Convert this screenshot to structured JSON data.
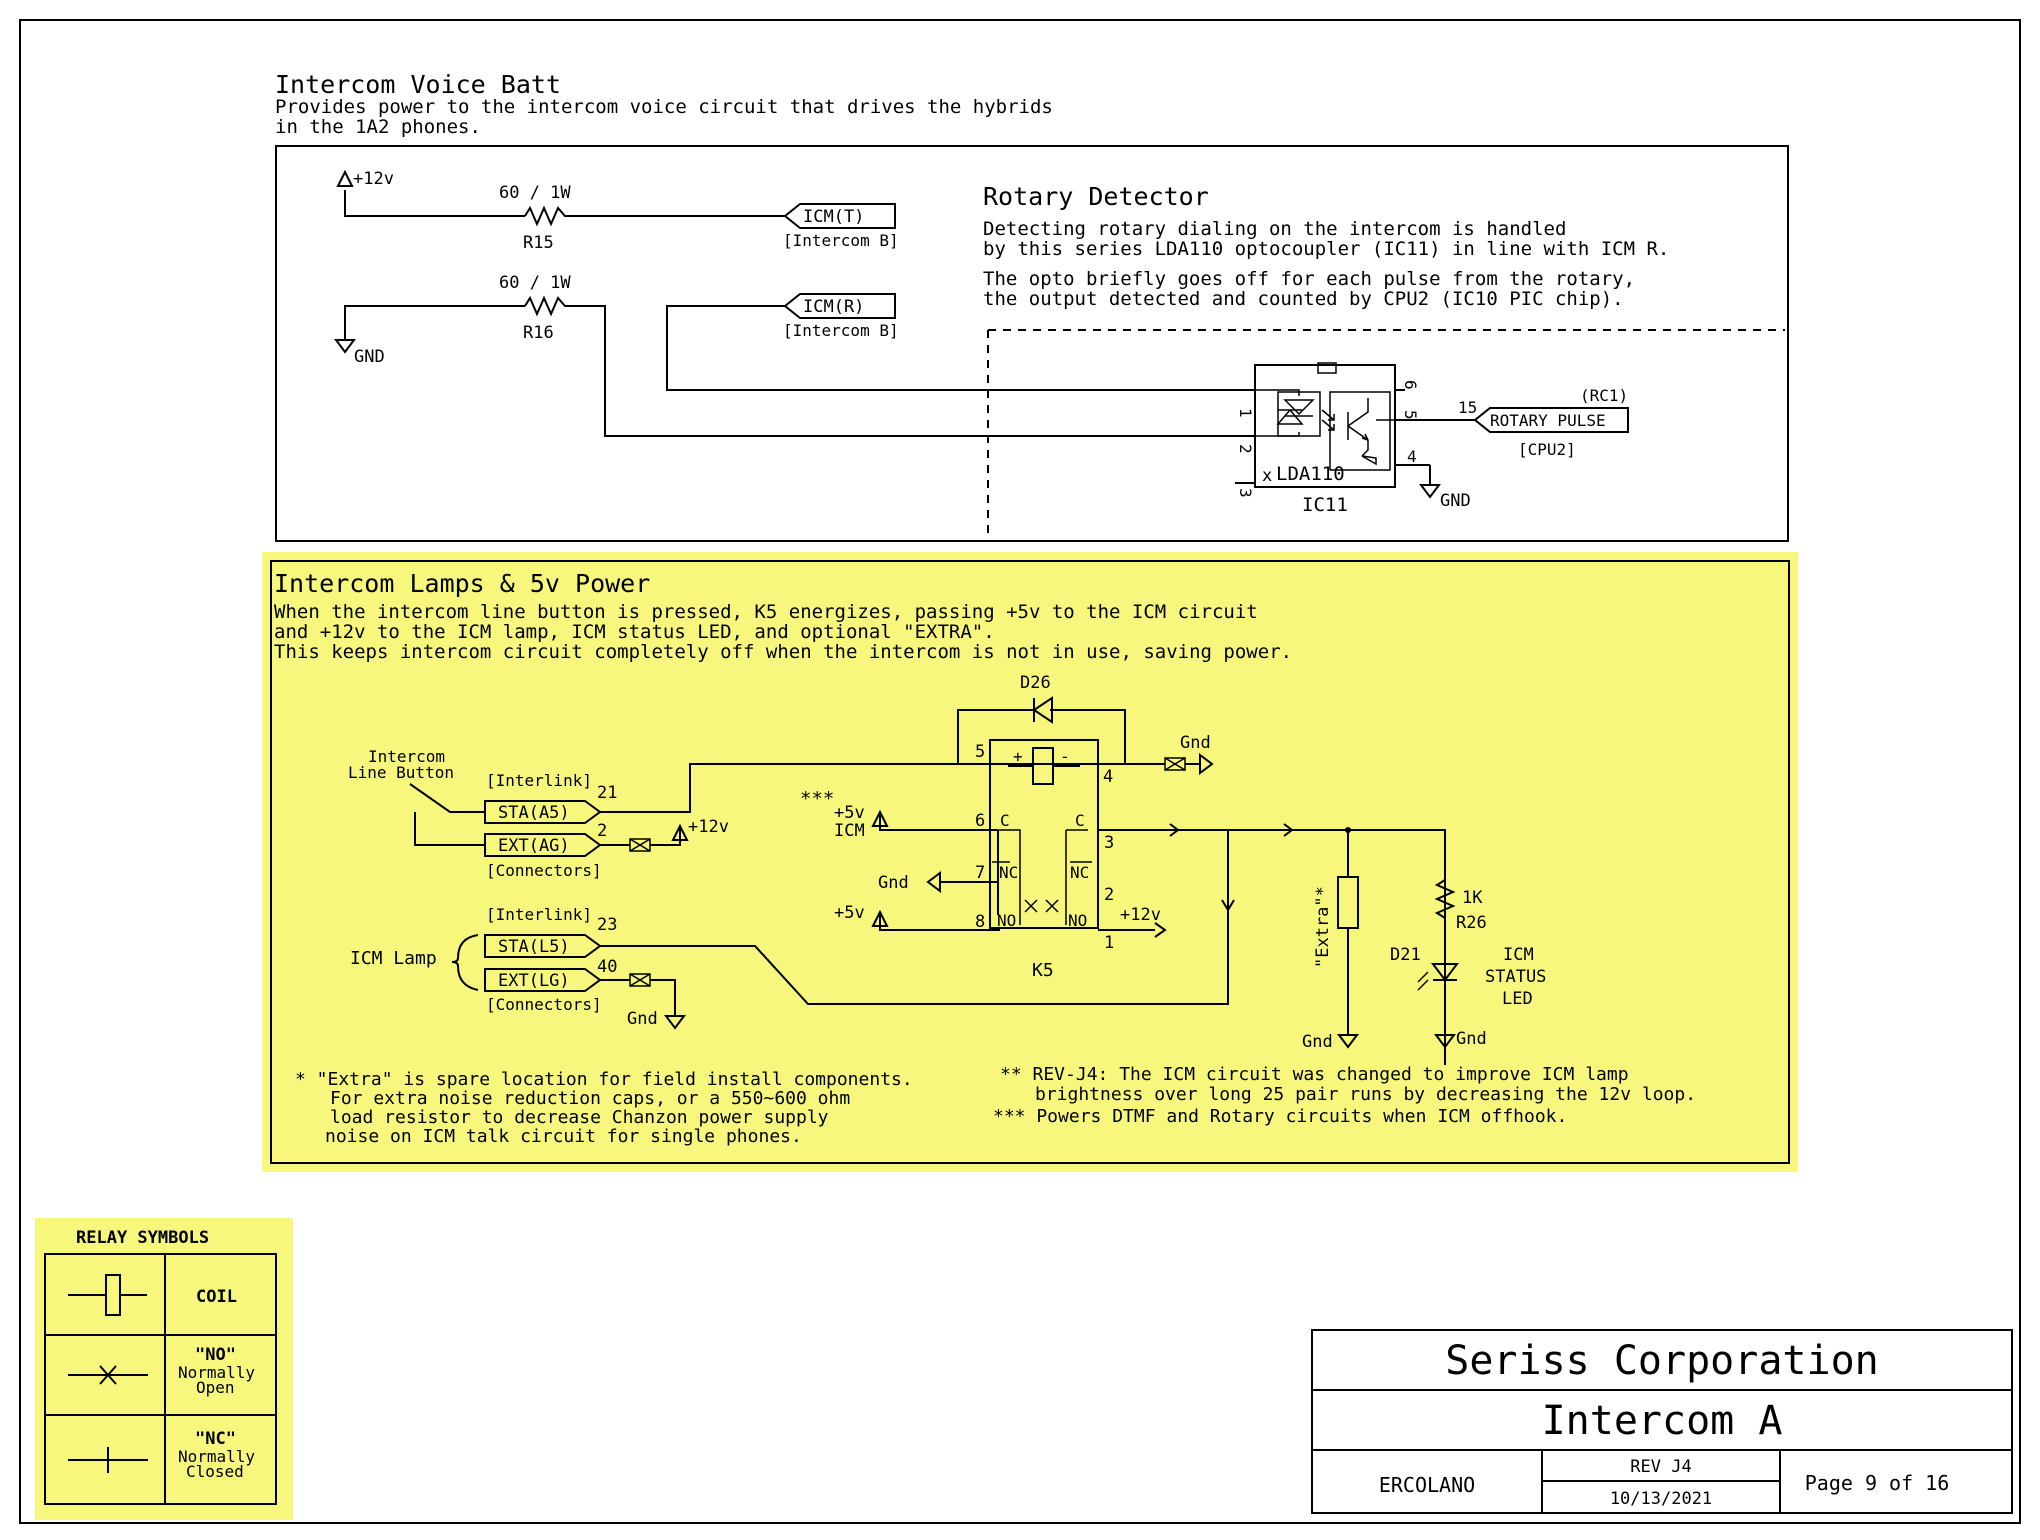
{
  "top_section": {
    "title": "Intercom Voice Batt",
    "desc_line1": "Provides power to the intercom voice circuit that drives the hybrids",
    "desc_line2": "in the 1A2 phones.",
    "plus12v": "+12v",
    "gnd": "GND",
    "r15_value": "60 / 1W",
    "r15_ref": "R15",
    "r16_value": "60 / 1W",
    "r16_ref": "R16",
    "icm_t": "ICM(T)",
    "icm_t_sub": "[Intercom B]",
    "icm_r": "ICM(R)",
    "icm_r_sub": "[Intercom B]"
  },
  "rotary": {
    "title": "Rotary Detector",
    "line1": "Detecting rotary dialing on the intercom is handled",
    "line2": "by this series LDA110 optocoupler (IC11) in line with ICM R.",
    "line3": "The opto briefly goes off for each pulse from the rotary,",
    "line4": "the output detected and counted by CPU2 (IC10 PIC chip).",
    "pin1": "1",
    "pin2": "2",
    "pin3": "3",
    "pin4": "4",
    "pin5": "5",
    "pin6": "6",
    "x_mark": "x",
    "part": "LDA110",
    "ref": "IC11",
    "pin15": "15",
    "rc1": "(RC1)",
    "rotary_pulse": "ROTARY PULSE",
    "cpu2": "[CPU2]",
    "gnd": "GND"
  },
  "lamps_section": {
    "title": "Intercom Lamps & 5v Power",
    "desc_line1": "When the intercom line button is pressed, K5 energizes, passing +5v to the ICM circuit",
    "desc_line2": "and +12v to the ICM lamp, ICM status LED, and optional \"EXTRA\".",
    "desc_line3": "This keeps intercom circuit completely off when the intercom is not in use, saving power.",
    "d26": "D26",
    "line_button_1": "Intercom",
    "line_button_2": "Line Button",
    "interlink1": "[Interlink]",
    "pin21": "21",
    "sta_a5": "STA(A5)",
    "pin2": "2",
    "ext_ag": "EXT(AG)",
    "plus12v_a": "+12v",
    "connectors1": "[Connectors]",
    "stars3": "***",
    "plus5v_icm_1": "+5v",
    "plus5v_icm_2": "ICM",
    "gnd_left": "Gnd",
    "plus5v_b": "+5v",
    "relay_pin5": "5",
    "relay_pin4": "4",
    "relay_pin6": "6",
    "relay_pin7": "7",
    "relay_pin8": "8",
    "relay_pin3": "3",
    "relay_pin2": "2",
    "relay_pin1": "1",
    "coil_plus": "+",
    "coil_minus": "-",
    "c": "C",
    "nc": "NC",
    "no": "NO",
    "k5": "K5",
    "gnd_top": "Gnd",
    "plus12v_out": "+12v",
    "interlink2": "[Interlink]",
    "pin23": "23",
    "sta_l5": "STA(L5)",
    "pin40": "40",
    "ext_lg": "EXT(LG)",
    "connectors2": "[Connectors]",
    "icm_lamp": "ICM Lamp",
    "gnd_lamp": "Gnd",
    "extra": "\"Extra\"*",
    "gnd_extra": "Gnd",
    "r26_value": "1K",
    "r26_ref": "R26",
    "d21": "D21",
    "icm_status_1": "ICM",
    "icm_status_2": "STATUS",
    "icm_status_3": "LED",
    "gnd_led": "Gnd",
    "note1_l1": "* \"Extra\" is spare location for field install components.",
    "note1_l2": "For extra noise reduction caps, or a 550~600 ohm",
    "note1_l3": "load resistor to decrease Chanzon power supply",
    "note1_l4": "noise on ICM talk circuit for single phones.",
    "note2_l1": "** REV-J4: The ICM circuit was changed to improve ICM lamp",
    "note2_l2": "brightness over long 25 pair runs by decreasing the 12v loop.",
    "note3": "*** Powers DTMF and Rotary circuits when ICM offhook."
  },
  "legend": {
    "title": "RELAY SYMBOLS",
    "coil": "COIL",
    "no_1": "\"NO\"",
    "no_2": "Normally",
    "no_3": "Open",
    "nc_1": "\"NC\"",
    "nc_2": "Normally",
    "nc_3": "Closed"
  },
  "title_block": {
    "company": "Seriss Corporation",
    "sheet_title": "Intercom A",
    "author": "ERCOLANO",
    "rev": "REV J4",
    "date": "10/13/2021",
    "page": "Page 9 of 16"
  },
  "colors": {
    "highlight": "#f7f77d",
    "ink": "#000000"
  }
}
